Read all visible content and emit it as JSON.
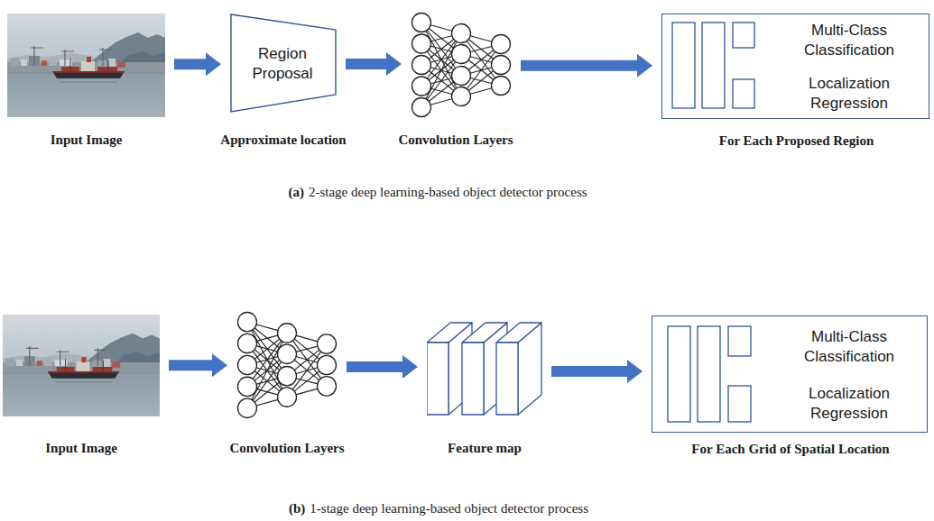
{
  "diagram": {
    "nodes": [
      {
        "text": [
          "Input Image"
        ]
      },
      {
        "text": [
          "Region Proposal",
          "Approximate location"
        ]
      },
      {
        "text": [
          "Convolution Layers"
        ]
      },
      {
        "text": [
          "Multi-Class Classification",
          "Localization Regression",
          "For Each Proposed Region"
        ]
      },
      {
        "text": [
          "Input Image"
        ]
      },
      {
        "text": [
          "Convolution Layers"
        ]
      },
      {
        "text": [
          "Feature map"
        ]
      },
      {
        "text": [
          "Multi-Class Classification",
          "Localization Regression",
          "For Each Grid of Spatial Location"
        ]
      }
    ],
    "edges": [
      {
        "from": 0,
        "to": 1,
        "arrow": "to"
      },
      {
        "from": 1,
        "to": 2,
        "arrow": "to"
      },
      {
        "from": 2,
        "to": 3,
        "arrow": "to"
      },
      {
        "from": 4,
        "to": 5,
        "arrow": "to"
      },
      {
        "from": 5,
        "to": 6,
        "arrow": "to"
      },
      {
        "from": 6,
        "to": 7,
        "arrow": "to"
      }
    ],
    "labels": [
      "(a)",
      "2-stage deep learning-based object detector process",
      "(b)",
      "1-stage deep learning-based object detector process"
    ]
  }
}
